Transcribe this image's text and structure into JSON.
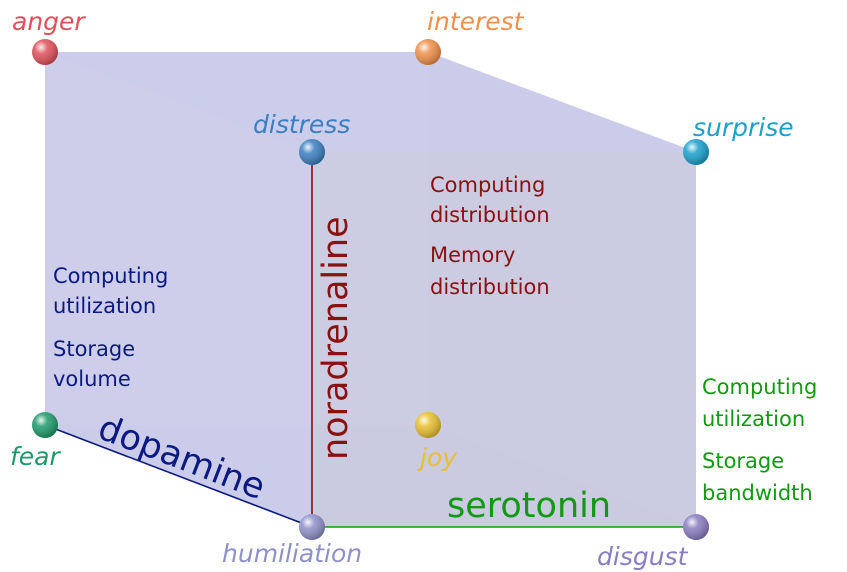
{
  "emotions": {
    "anger": {
      "label": "anger",
      "color": "#e0505a"
    },
    "interest": {
      "label": "interest",
      "color": "#f0904a"
    },
    "distress": {
      "label": "distress",
      "color": "#3a7fc0"
    },
    "surprise": {
      "label": "surprise",
      "color": "#1aa0cc"
    },
    "fear": {
      "label": "fear",
      "color": "#1c9a6a"
    },
    "joy": {
      "label": "joy",
      "color": "#e8c030"
    },
    "humiliation": {
      "label": "humiliation",
      "color": "#8e90c8"
    },
    "disgust": {
      "label": "disgust",
      "color": "#8a7cc0"
    }
  },
  "axes": {
    "noradrenaline": {
      "label": "noradrenaline",
      "color": "#8b1010"
    },
    "dopamine": {
      "label": "dopamine",
      "color": "#0a1a80"
    },
    "serotonin": {
      "label": "serotonin",
      "color": "#119911"
    }
  },
  "annotations": {
    "dopamine_metrics": {
      "color": "#0a1a80",
      "lines": [
        "Computing",
        "utilization",
        "Storage",
        "volume"
      ]
    },
    "noradrenaline_metrics": {
      "color": "#8b1010",
      "lines": [
        "Computing",
        "distribution",
        "Memory",
        "distribution"
      ]
    },
    "serotonin_metrics": {
      "color": "#119911",
      "lines": [
        "Computing",
        "utilization",
        "Storage",
        "bandwidth"
      ]
    }
  },
  "cube_fill": "#9a9ad8"
}
